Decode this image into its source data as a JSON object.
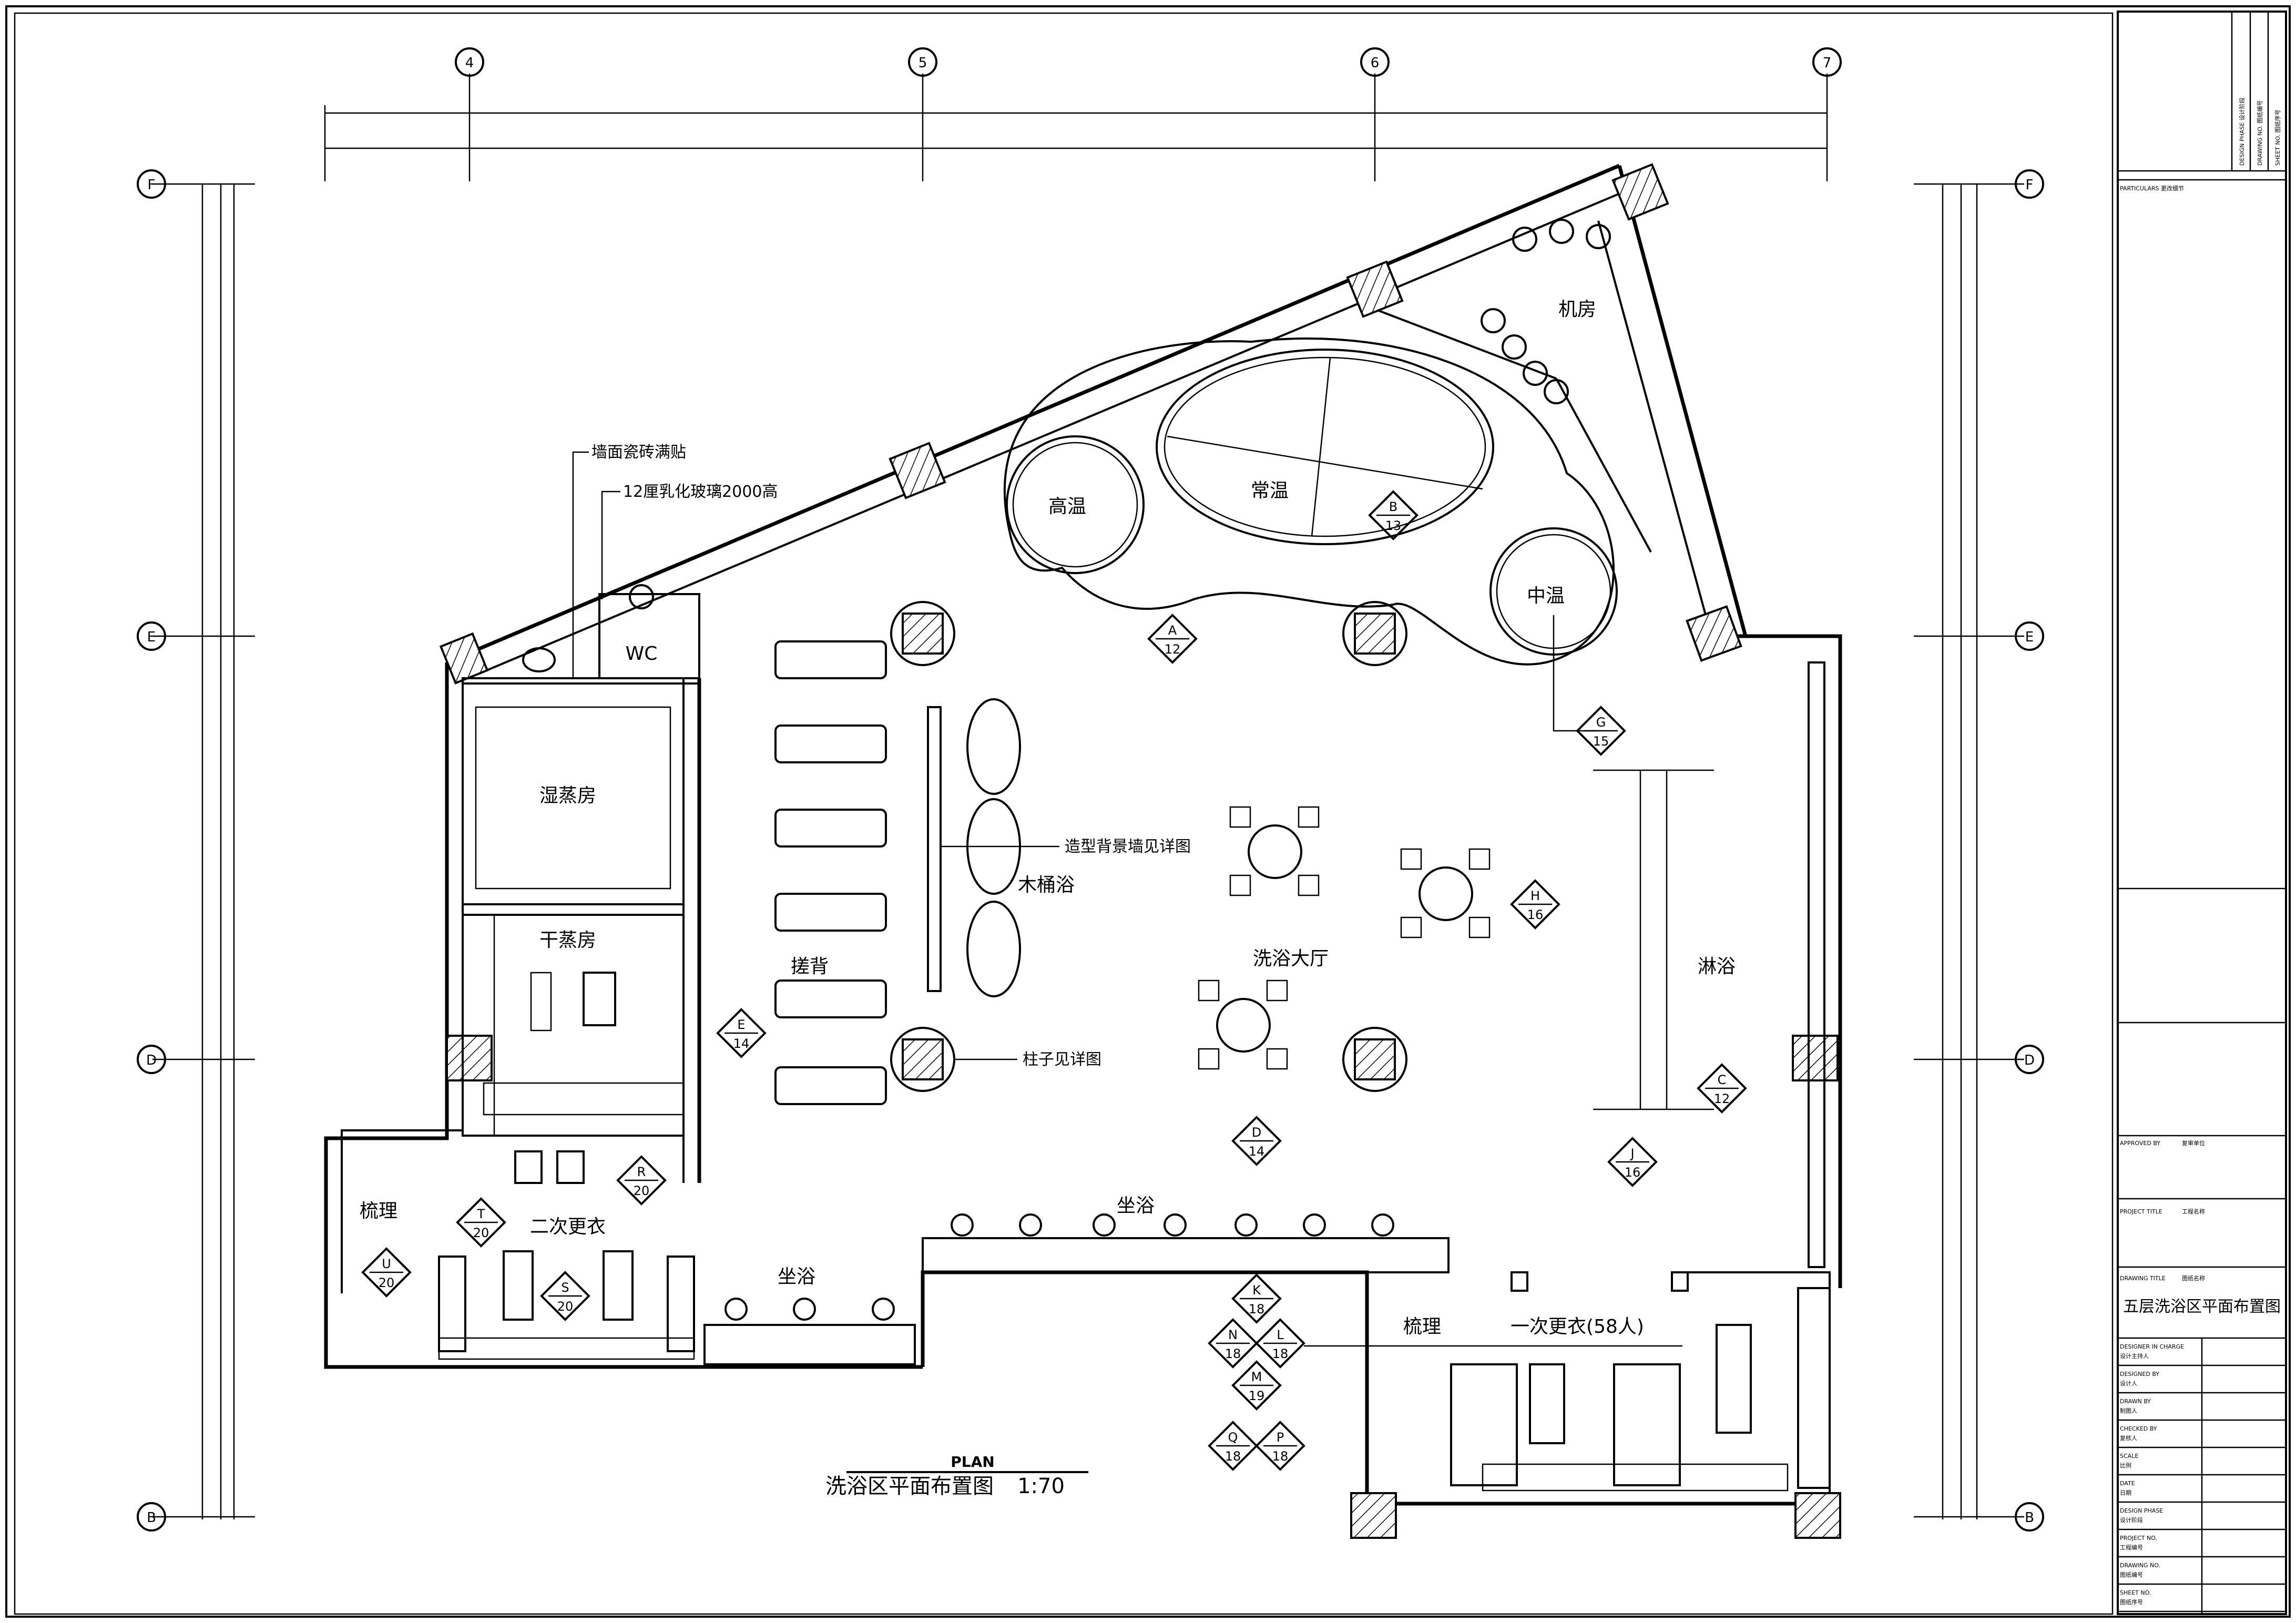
{
  "grid_axes": {
    "columns": [
      "4",
      "5",
      "6",
      "7"
    ],
    "rows": [
      "F",
      "E",
      "D",
      "B"
    ]
  },
  "rooms": {
    "machine_room": "机房",
    "high_temp": "高温",
    "normal_temp": "常温",
    "mid_temp": "中温",
    "wc": "WC",
    "steam_room": "湿蒸房",
    "dry_sauna": "干蒸房",
    "scrub": "搓背",
    "wood_tub": "木桶浴",
    "bath_hall": "洗浴大厅",
    "shower": "淋浴",
    "grooming_left": "梳理",
    "second_changing": "二次更衣",
    "sit_bath_left": "坐浴",
    "sit_bath_top": "坐浴",
    "grooming_right": "梳理",
    "first_changing": "一次更衣(58人)"
  },
  "notes": {
    "wall_tile": "墙面瓷砖满贴",
    "glass": "12厘乳化玻璃2000高",
    "feature_wall": "造型背景墙见详图",
    "column_detail": "柱子见详图"
  },
  "plan_title": {
    "en": "PLAN",
    "cn": "洗浴区平面布置图",
    "scale": "1:70"
  },
  "tags": [
    {
      "letter": "A",
      "num": "12"
    },
    {
      "letter": "B",
      "num": "13"
    },
    {
      "letter": "G",
      "num": "15"
    },
    {
      "letter": "H",
      "num": "16"
    },
    {
      "letter": "E",
      "num": "14"
    },
    {
      "letter": "C",
      "num": "12"
    },
    {
      "letter": "D",
      "num": "14"
    },
    {
      "letter": "J",
      "num": "16"
    },
    {
      "letter": "R",
      "num": "20"
    },
    {
      "letter": "T",
      "num": "20"
    },
    {
      "letter": "U",
      "num": "20"
    },
    {
      "letter": "S",
      "num": "20"
    },
    {
      "letter": "K",
      "num": "18"
    },
    {
      "letter": "N",
      "num": "18"
    },
    {
      "letter": "L",
      "num": "18"
    },
    {
      "letter": "M",
      "num": "19"
    },
    {
      "letter": "Q",
      "num": "18"
    },
    {
      "letter": "P",
      "num": "18"
    }
  ],
  "title_block": {
    "design_phase": "DESIGN PHASE 设计阶段",
    "drawing_no": "DRAWING NO. 图纸编号",
    "sheet_no": "SHEET NO. 图纸序号",
    "particulars": "PARTICULARS 更改细节",
    "approved_by": "APPROVED BY",
    "approved_by_cn": "复审单位",
    "project_title": "PROJECT TITLE",
    "project_title_cn": "工程名称",
    "drawing_title": "DRAWING TITLE",
    "drawing_title_cn": "图纸名称",
    "drawing_name": "五层洗浴区平面布置图",
    "rows": [
      {
        "en": "DESIGNER IN CHARGE",
        "cn": "设计主持人"
      },
      {
        "en": "DESIGNED BY",
        "cn": "设计人"
      },
      {
        "en": "DRAWN BY",
        "cn": "制图人"
      },
      {
        "en": "CHECKED BY",
        "cn": "复核人"
      },
      {
        "en": "SCALE",
        "cn": "比例"
      },
      {
        "en": "DATE",
        "cn": "日期"
      },
      {
        "en": "DESIGN PHASE",
        "cn": "设计阶段"
      },
      {
        "en": "PROJECT NO.",
        "cn": "工程编号"
      },
      {
        "en": "DRAWING NO.",
        "cn": "图纸编号"
      },
      {
        "en": "SHEET NO.",
        "cn": "图纸序号"
      }
    ]
  }
}
